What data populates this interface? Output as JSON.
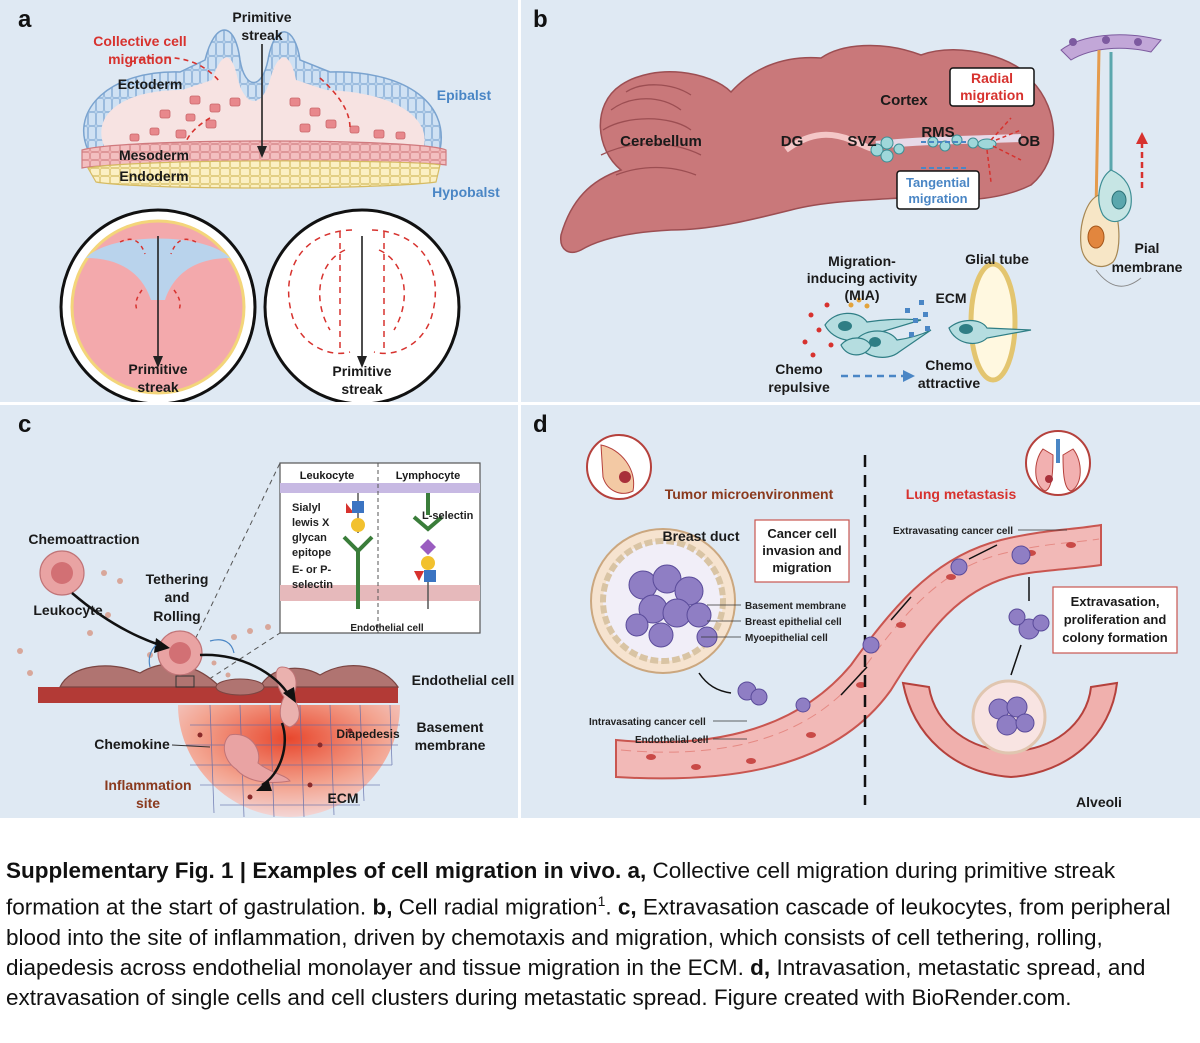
{
  "panels": {
    "a": {
      "letter": "a",
      "labels": {
        "collective": [
          "Collective cell",
          "migration"
        ],
        "primitive_streak_top": [
          "Primitive",
          "streak"
        ],
        "ectoderm": "Ectoderm",
        "epiblast": "Epibalst",
        "mesoderm": "Mesoderm",
        "endoderm": "Endoderm",
        "hypoblast": "Hypobalst",
        "primitive_streak_left": [
          "Primitive",
          "streak"
        ],
        "primitive_streak_right": [
          "Primitive",
          "streak"
        ]
      }
    },
    "b": {
      "letter": "b",
      "labels": {
        "cerebellum": "Cerebellum",
        "dg": "DG",
        "svz": "SVZ",
        "rms": "RMS",
        "ob": "OB",
        "cortex": "Cortex",
        "radial": [
          "Radial",
          "migration"
        ],
        "tangential": [
          "Tangential",
          "migration"
        ],
        "mia": [
          "Migration-",
          "inducing activity",
          "(MIA)"
        ],
        "glial_tube": "Glial tube",
        "ecm": "ECM",
        "chemo_repulsive": [
          "Chemo",
          "repulsive"
        ],
        "chemo_attractive": [
          "Chemo",
          "attractive"
        ],
        "pial": [
          "Pial",
          "membrane"
        ]
      }
    },
    "c": {
      "letter": "c",
      "labels": {
        "leukocyte_col": "Leukocyte",
        "lymphocyte_col": "Lymphocyte",
        "sialyl": [
          "Sialyl",
          "lewis X",
          "glycan",
          "epitope"
        ],
        "selectin": [
          "E- or P-",
          "selectin"
        ],
        "l_selectin": "L-selectin",
        "endothelial_inset": "Endothelial cell",
        "chemoattraction": "Chemoattraction",
        "tethering": [
          "Tethering",
          "and",
          "Rolling"
        ],
        "leukocyte": "Leukocyte",
        "endothelial": "Endothelial cell",
        "basement": [
          "Basement",
          "membrane"
        ],
        "diapedesis": "Diapedesis",
        "chemokine": "Chemokine",
        "inflammation": [
          "Inflammation",
          "site"
        ],
        "ecm": "ECM"
      }
    },
    "d": {
      "letter": "d",
      "labels": {
        "tumor_micro": "Tumor microenvironment",
        "lung_meta": "Lung metastasis",
        "breast_duct": "Breast duct",
        "cancer_invasion": [
          "Cancer cell",
          "invasion and",
          "migration"
        ],
        "extravasating": "Extravasating cancer cell",
        "basement": "Basement membrane",
        "breast_epi": "Breast epithelial cell",
        "myoepi": "Myoepithelial cell",
        "intravasating": "Intravasating cancer cell",
        "endothelial": "Endothelial cell",
        "extravasation_box": [
          "Extravasation,",
          "proliferation and",
          "colony formation"
        ],
        "alveoli": "Alveoli"
      }
    }
  },
  "caption": {
    "title": "Supplementary Fig. 1 | Examples of cell migration in vivo.",
    "a_label": "a,",
    "a_text": "Collective cell migration during primitive streak formation at the start of gastrulation.",
    "b_label": "b,",
    "b_text": "Cell radial migration",
    "b_sup": "1",
    "b_end": ".",
    "c_label": "c,",
    "c_text": "Extravasation cascade of leukocytes, from peripheral blood into the site of inflammation, driven by chemotaxis and migration, which consists of cell tethering, rolling, diapedesis across endothelial monolayer and tissue migration in the ECM.",
    "d_label": "d,",
    "d_text": "Intravasation, metastatic spread, and extravasation of single cells and cell clusters during metastatic spread. Figure created with BioRender.com."
  },
  "colors": {
    "panel_bg": "#dfe9f3",
    "red_label": "#d7322e",
    "blue_label": "#4a86c5",
    "brown_label": "#8a3a1e"
  }
}
